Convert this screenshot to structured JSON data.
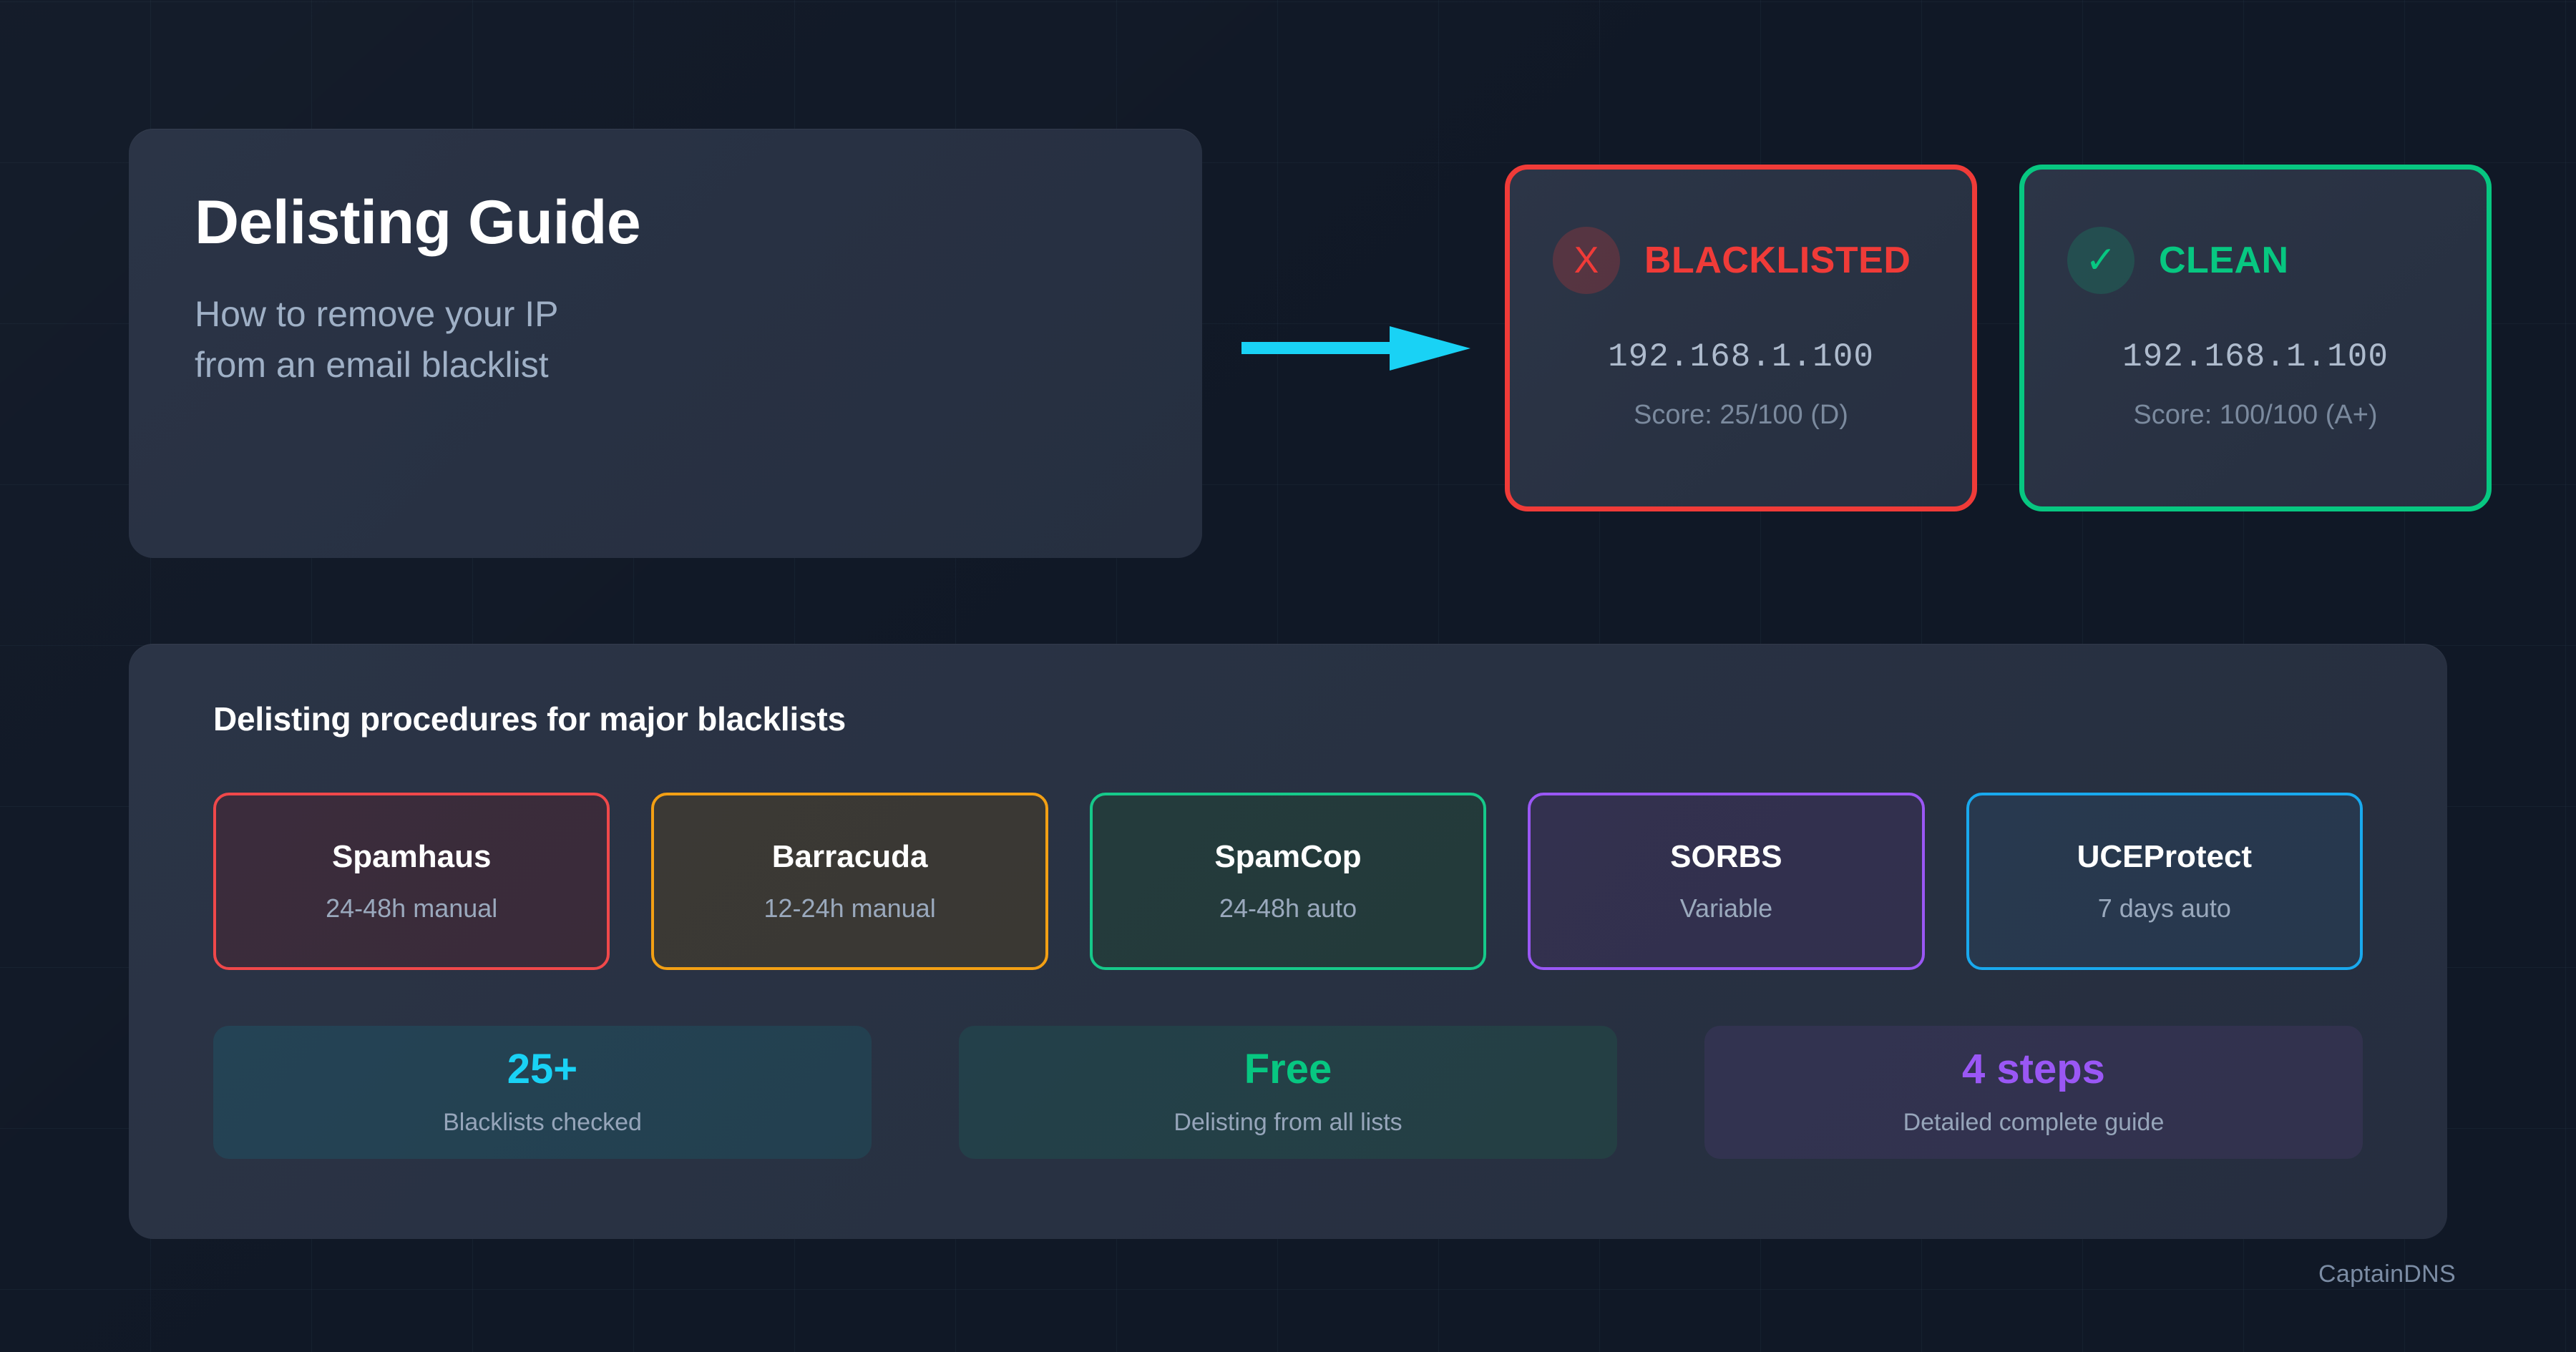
{
  "hero": {
    "title": "Delisting Guide",
    "subtitle_line1": "How to remove your IP",
    "subtitle_line2": "from an email blacklist"
  },
  "flow": {
    "arrow_icon": "arrow-right-icon",
    "arrow_color": "#19D2F5"
  },
  "status_cards": [
    {
      "key": "blacklisted",
      "icon": "x-mark-icon",
      "icon_glyph": "X",
      "label": "BLACKLISTED",
      "ip": "192.168.1.100",
      "score": "Score: 25/100 (D)",
      "accent": "#F03B38"
    },
    {
      "key": "clean",
      "icon": "check-mark-icon",
      "icon_glyph": "✓",
      "label": "CLEAN",
      "ip": "192.168.1.100",
      "score": "Score: 100/100 (A+)",
      "accent": "#07C781"
    }
  ],
  "panel": {
    "heading": "Delisting procedures for major blacklists",
    "providers": [
      {
        "name": "Spamhaus",
        "sla": "24-48h manual",
        "accent": "#F0484A"
      },
      {
        "name": "Barracuda",
        "sla": "12-24h manual",
        "accent": "#F3A014"
      },
      {
        "name": "SpamCop",
        "sla": "24-48h auto",
        "accent": "#16C98A"
      },
      {
        "name": "SORBS",
        "sla": "Variable",
        "accent": "#9A57F5"
      },
      {
        "name": "UCEProtect",
        "sla": "7 days auto",
        "accent": "#19A9EE"
      }
    ],
    "stats": [
      {
        "value": "25+",
        "label": "Blacklists checked",
        "accent": "#19D2F5"
      },
      {
        "value": "Free",
        "label": "Delisting from all lists",
        "accent": "#07C781"
      },
      {
        "value": "4 steps",
        "label": "Detailed complete guide",
        "accent": "#9A57F5"
      }
    ]
  },
  "footer": {
    "brand": "CaptainDNS"
  }
}
